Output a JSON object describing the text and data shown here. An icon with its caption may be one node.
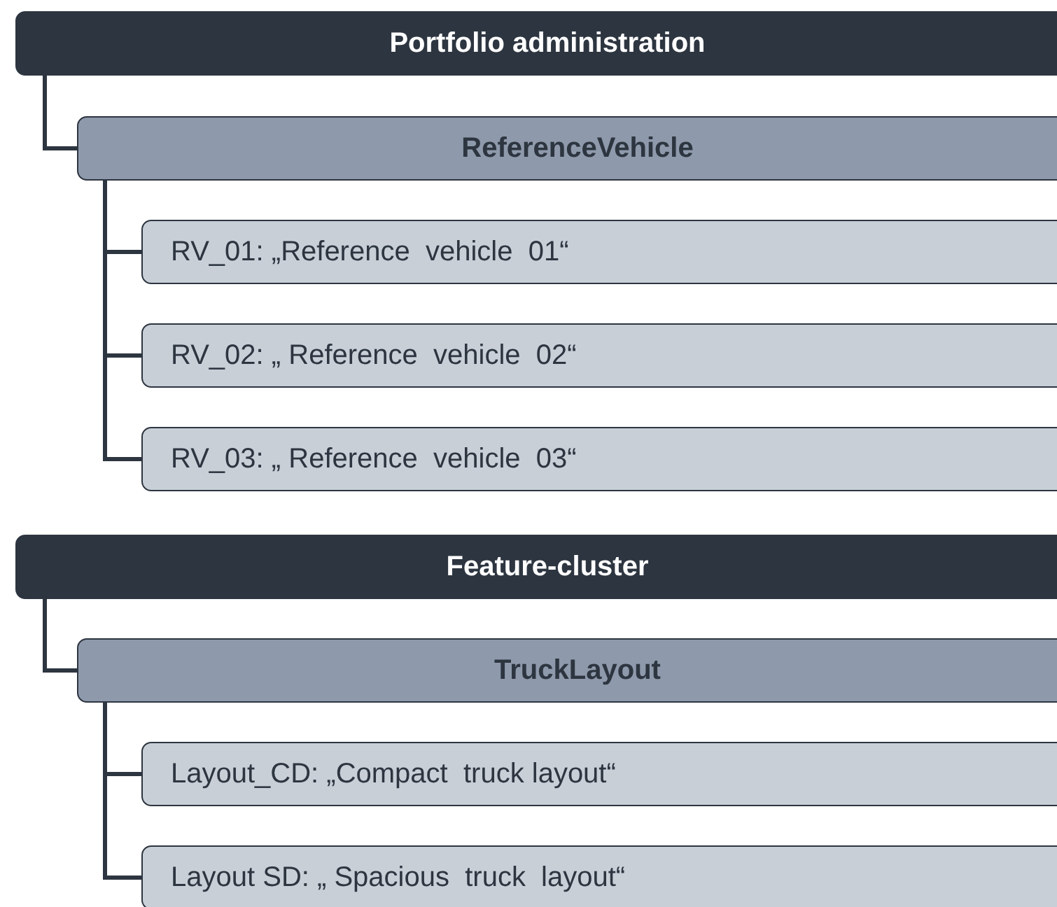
{
  "diagram": {
    "nodes": [
      {
        "text": [
          "Portfolio administration"
        ]
      },
      {
        "text": [
          "ReferenceVehicle"
        ]
      },
      {
        "text": [
          "RV_01: „Reference  vehicle  01“"
        ]
      },
      {
        "text": [
          "RV_02: „ Reference  vehicle  02“"
        ]
      },
      {
        "text": [
          "RV_03: „ Reference  vehicle  03“"
        ]
      },
      {
        "text": [
          "Feature-cluster"
        ]
      },
      {
        "text": [
          "TruckLayout"
        ]
      },
      {
        "text": [
          "Layout_CD: „Compact  truck layout“"
        ]
      },
      {
        "text": [
          "Layout SD: „ Spacious  truck  layout“"
        ]
      }
    ],
    "edges": [
      {
        "from": 0,
        "to": 1,
        "arrow": "none"
      },
      {
        "from": 1,
        "to": 2,
        "arrow": "none"
      },
      {
        "from": 1,
        "to": 3,
        "arrow": "none"
      },
      {
        "from": 1,
        "to": 4,
        "arrow": "none"
      },
      {
        "from": 5,
        "to": 6,
        "arrow": "none"
      },
      {
        "from": 6,
        "to": 7,
        "arrow": "none"
      },
      {
        "from": 6,
        "to": 8,
        "arrow": "none"
      }
    ]
  }
}
